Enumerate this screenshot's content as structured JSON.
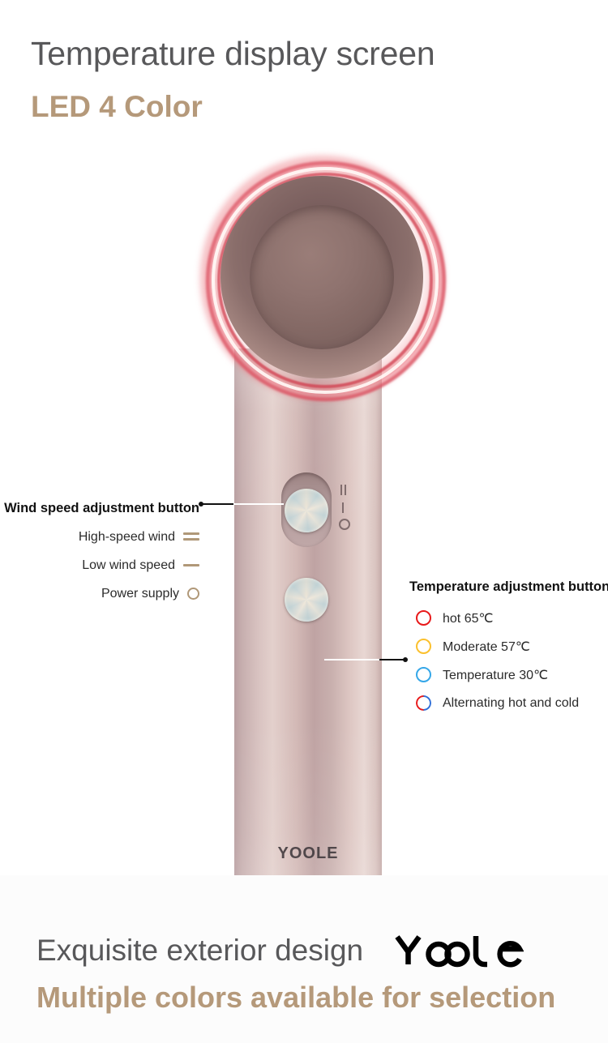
{
  "headings": {
    "main": "Temperature display screen",
    "sub": "LED 4 Color"
  },
  "colors": {
    "heading_gray": "#58585a",
    "heading_tan": "#b5997a",
    "icon_tan": "#b09878",
    "hot": "#e8191a",
    "moderate": "#fbc02d",
    "cool": "#35a7e8",
    "alternate_left": "#e8191a",
    "alternate_right": "#2f6fd8",
    "led_ring": "#d6465 6"
  },
  "product": {
    "handle_logo": "YOOLE",
    "slider_marks": {
      "high": "high-speed-bars",
      "low": "low-speed-bar",
      "power": "power-circle"
    }
  },
  "wind_panel": {
    "title": "Wind speed adjustment button",
    "items": [
      {
        "label": "High-speed wind",
        "icon": "double-bar-icon"
      },
      {
        "label": "Low wind speed",
        "icon": "single-bar-icon"
      },
      {
        "label": "Power supply",
        "icon": "power-circle-icon"
      }
    ]
  },
  "temperature_panel": {
    "title": "Temperature adjustment button",
    "items": [
      {
        "label": "hot 65℃",
        "color": "#e8191a",
        "style": "solid"
      },
      {
        "label": "Moderate 57℃",
        "color": "#fbc02d",
        "style": "solid"
      },
      {
        "label": "Temperature 30℃",
        "color": "#35a7e8",
        "style": "solid"
      },
      {
        "label": "Alternating hot and cold",
        "color": "#e8191a",
        "color2": "#2f6fd8",
        "style": "split"
      }
    ]
  },
  "footer": {
    "title": "Exquisite exterior design",
    "subtitle": "Multiple colors available for selection",
    "logo": "YOOLE"
  }
}
